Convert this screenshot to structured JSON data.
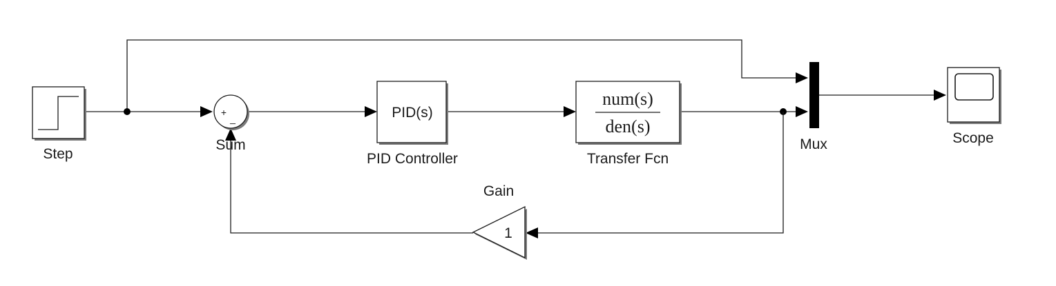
{
  "blocks": {
    "step": {
      "label": "Step"
    },
    "sum": {
      "label": "Sum",
      "plus_sign": "+",
      "minus_sign": "_"
    },
    "pid": {
      "label": "PID Controller",
      "text": "PID(s)"
    },
    "transfer": {
      "label": "Transfer Fcn",
      "numerator": "num(s)",
      "denominator": "den(s)"
    },
    "mux": {
      "label": "Mux"
    },
    "scope": {
      "label": "Scope"
    },
    "gain": {
      "label": "Gain",
      "value": "1"
    }
  }
}
